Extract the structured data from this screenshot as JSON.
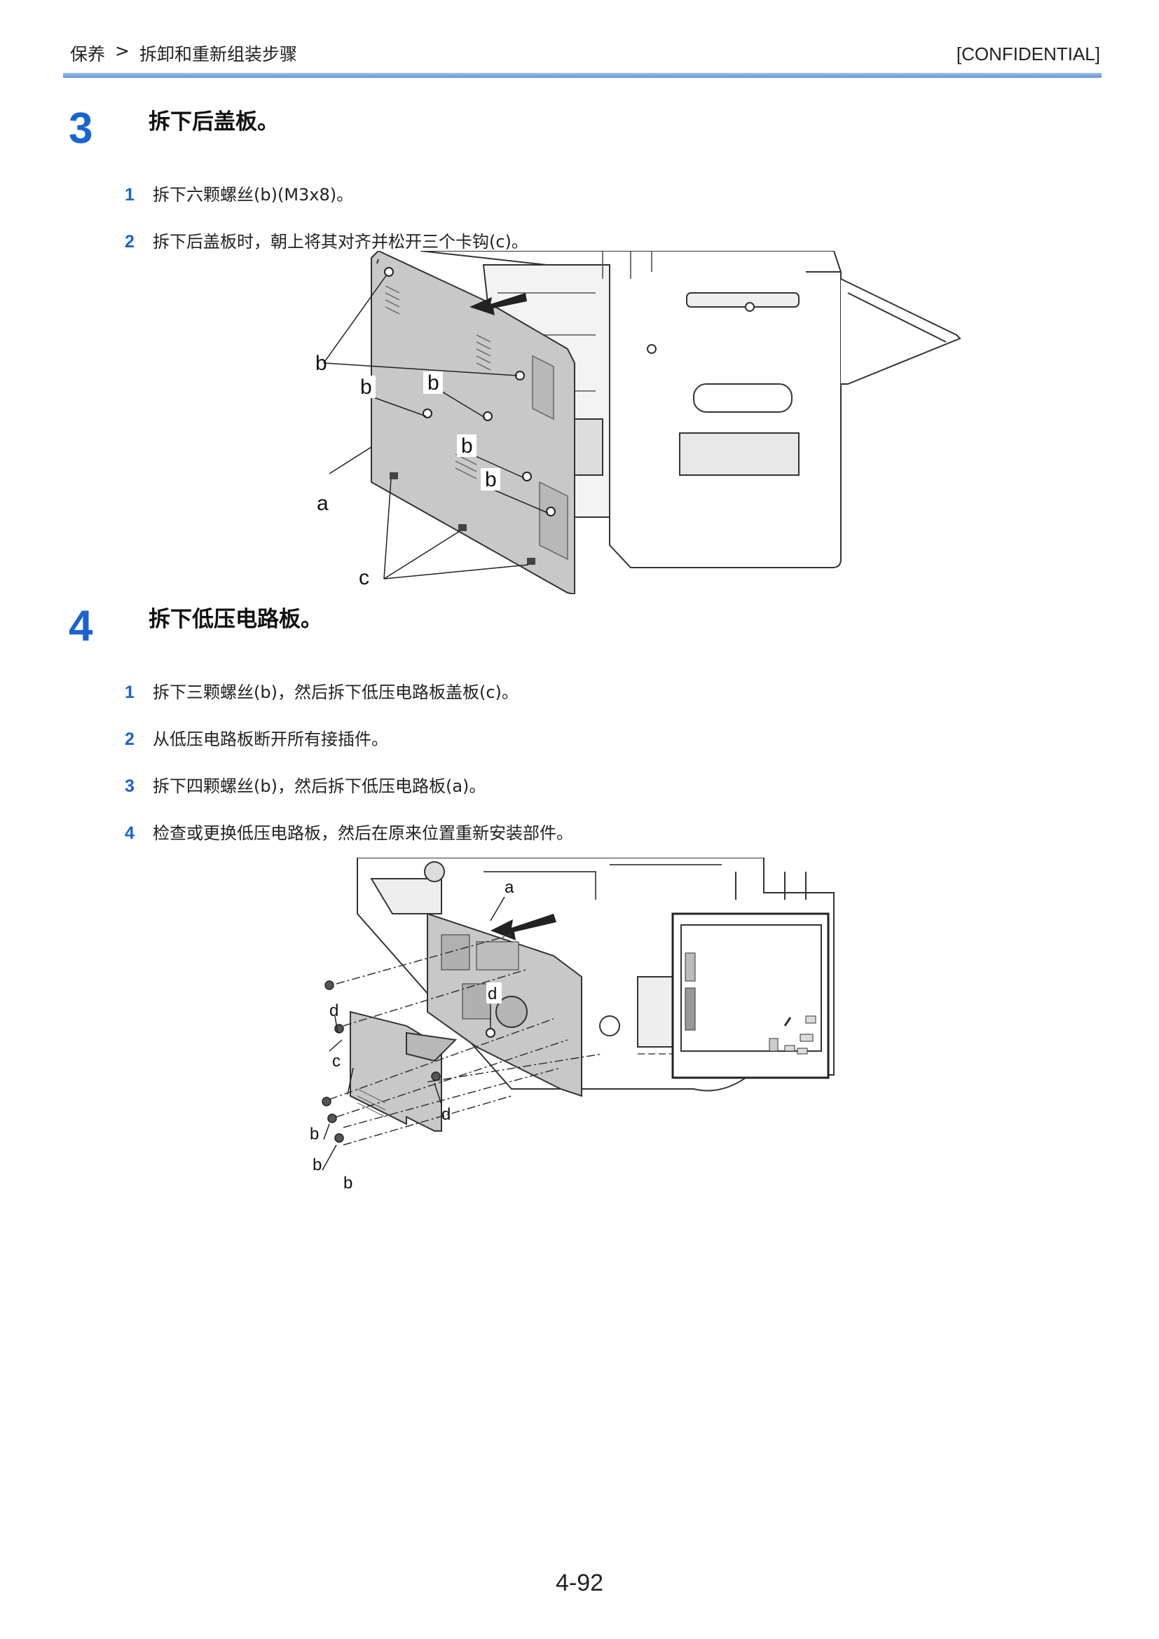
{
  "header": {
    "breadcrumb_section": "保养",
    "breadcrumb_separator": ">",
    "breadcrumb_page": "拆卸和重新组装步骤",
    "confidential": "[CONFIDENTIAL]"
  },
  "steps": [
    {
      "number": "3",
      "title": "拆下后盖板。",
      "substeps": [
        {
          "number": "1",
          "text": "拆下六颗螺丝(b)(M3x8)。"
        },
        {
          "number": "2",
          "text": "拆下后盖板时，朝上将其对齐并松开三个卡钩(c)。"
        }
      ],
      "figure_labels": {
        "a": "a",
        "b": "b",
        "c": "c"
      }
    },
    {
      "number": "4",
      "title": "拆下低压电路板。",
      "substeps": [
        {
          "number": "1",
          "text": "拆下三颗螺丝(b)，然后拆下低压电路板盖板(c)。"
        },
        {
          "number": "2",
          "text": "从低压电路板断开所有接插件。"
        },
        {
          "number": "3",
          "text": "拆下四颗螺丝(b)，然后拆下低压电路板(a)。"
        },
        {
          "number": "4",
          "text": "检查或更换低压电路板，然后在原来位置重新安装部件。"
        }
      ],
      "figure_labels": {
        "a": "a",
        "b": "b",
        "c": "c",
        "d": "d"
      }
    }
  ],
  "page_number": "4-92",
  "colors": {
    "accent_blue": "#1a64d2",
    "header_rule": "#6f9fdc",
    "panel_gray": "#c8c8c8"
  }
}
